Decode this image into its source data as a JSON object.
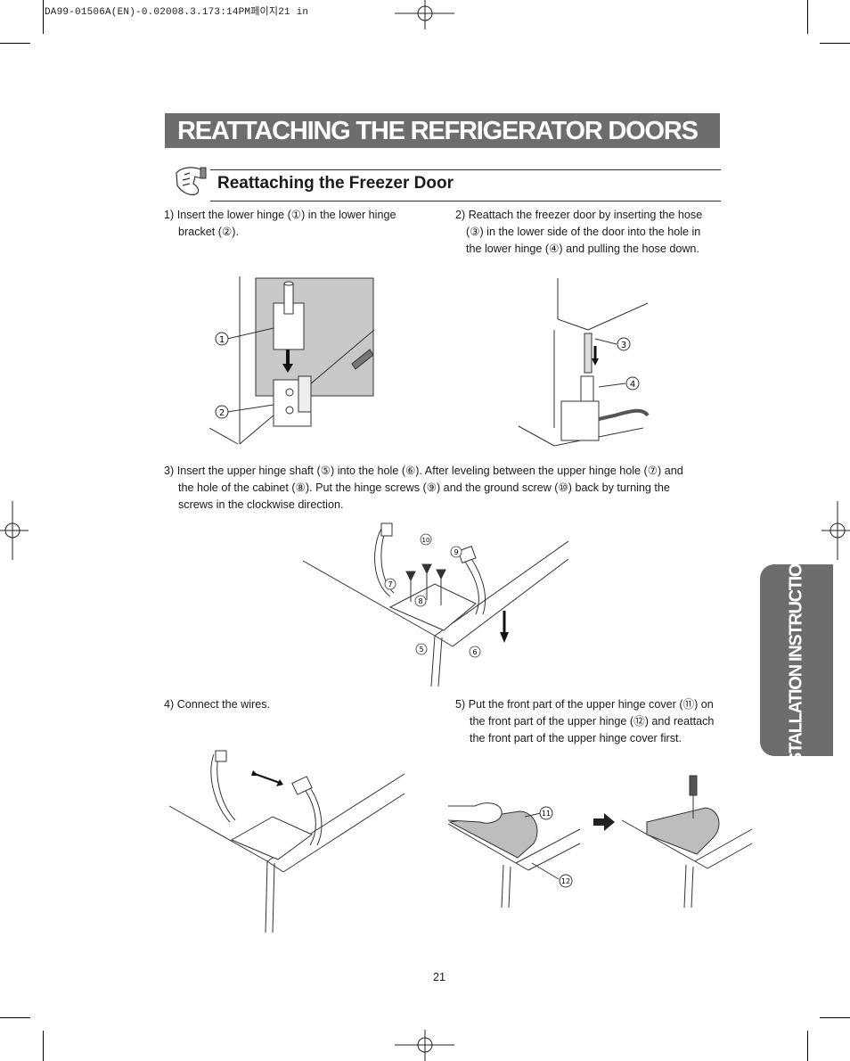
{
  "print_mark": "DA99-01506A(EN)-0.02008.3.173:14PM페이지21  in",
  "title": "REATTACHING THE REFRIGERATOR DOORS",
  "section_title": "Reattaching the Freezer Door",
  "side_tab": "INSTALLATION INSTRUCTIONS",
  "page_number": "21",
  "steps": {
    "s1_line1": "1) Insert the lower hinge (①) in the lower hinge",
    "s1_line2": "bracket (②).",
    "s2_line1": "2) Reattach the freezer door by inserting the hose",
    "s2_line2": "(③) in the lower side of the door into the hole in",
    "s2_line3": "the lower hinge (④) and pulling the hose down.",
    "s3_line1": "3) Insert the upper hinge shaft (⑤) into the hole (⑥). After leveling between the upper hinge hole (⑦) and",
    "s3_line2": "the hole of the cabinet (⑧). Put the hinge screws (⑨) and the ground screw (⑩) back by turning the",
    "s3_line3": "screws in the clockwise direction.",
    "s4_line1": "4) Connect the wires.",
    "s5_line1": "5) Put the front part of the upper hinge cover (⑪) on",
    "s5_line2": "the front part of the upper hinge (⑫) and reattach",
    "s5_line3": "the front part of the upper hinge cover first."
  },
  "callouts": {
    "c1": "1",
    "c2": "2",
    "c3": "3",
    "c4": "4",
    "c5": "5",
    "c6": "6",
    "c7": "7",
    "c8": "8",
    "c9": "9",
    "c10": "10",
    "c11": "11",
    "c12": "12"
  },
  "colors": {
    "bar": "#6d6d6d",
    "text": "#1a1a1a",
    "background": "#ffffff"
  }
}
